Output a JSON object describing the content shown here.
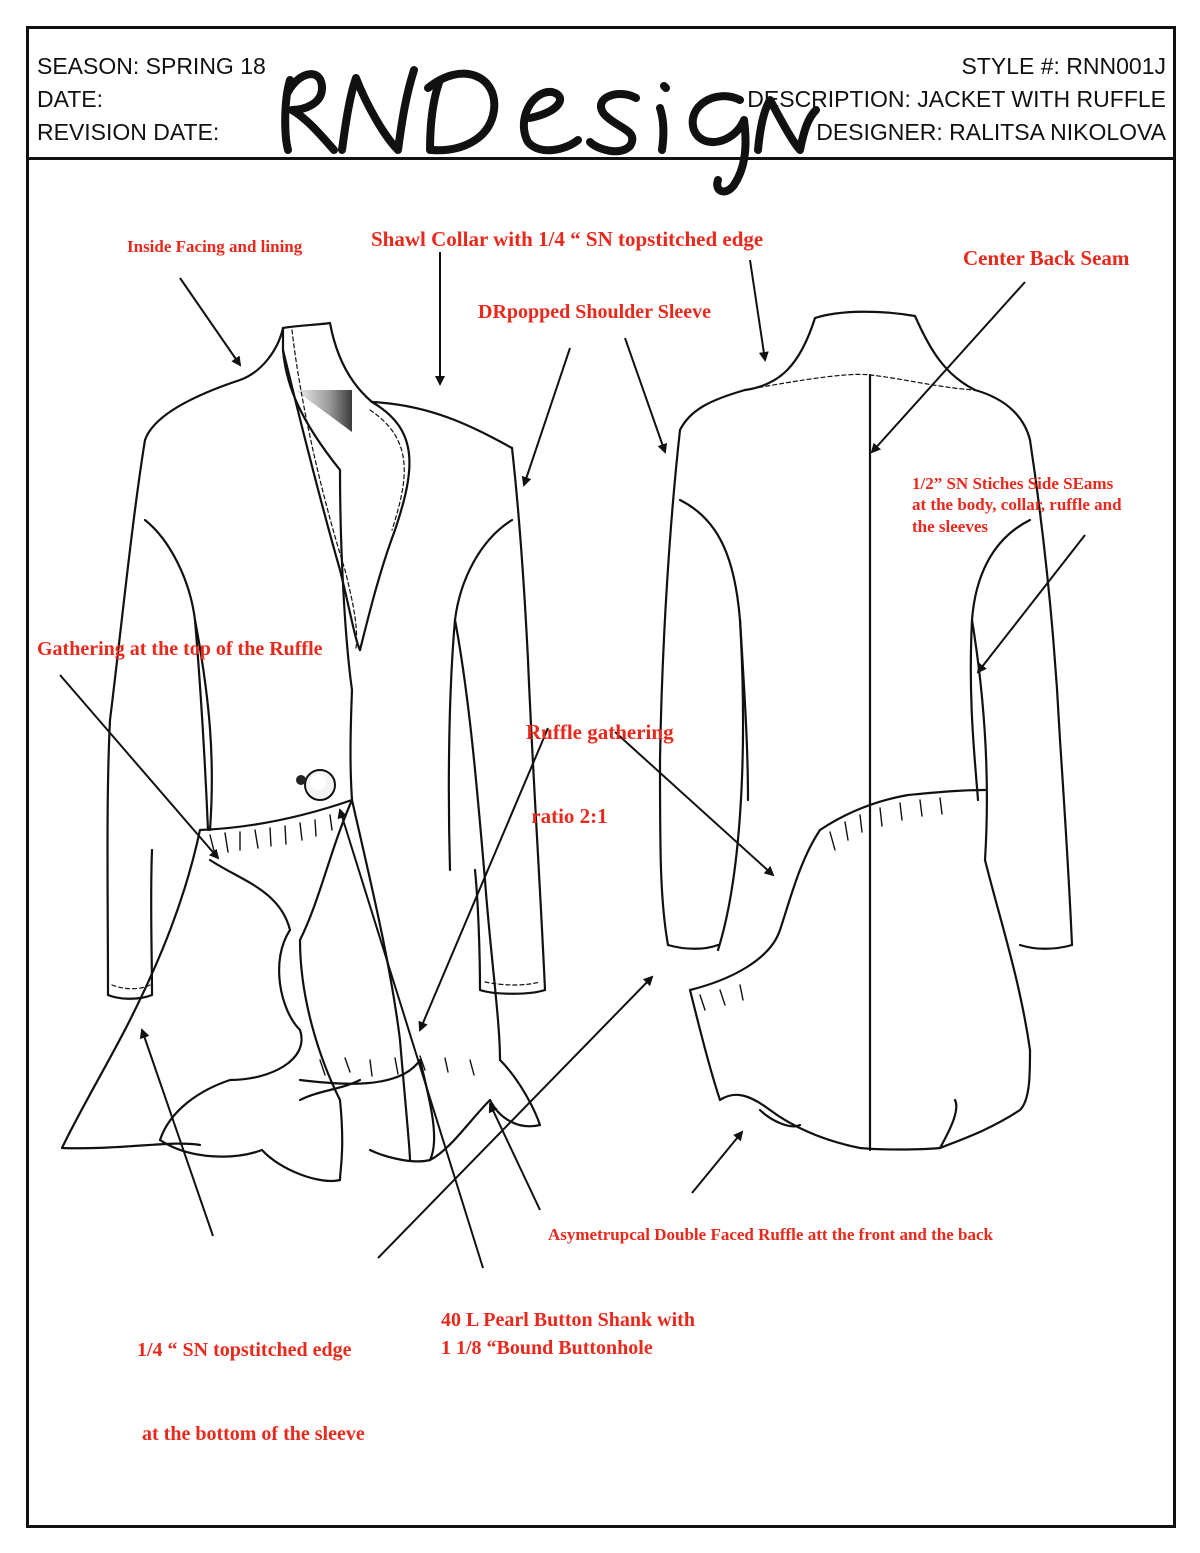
{
  "header": {
    "left": [
      {
        "label": "SEASON: SPRING 18"
      },
      {
        "label": "DATE:"
      },
      {
        "label": "REVISION DATE:"
      }
    ],
    "right": [
      {
        "label": "STYLE #: RNN001J"
      },
      {
        "label": "DESCRIPTION:  JACKET WITH RUFFLE"
      },
      {
        "label": "DESIGNER: RALITSA NIKOLOVA"
      }
    ],
    "logo_text": "RNDesign"
  },
  "annotations": {
    "inside_facing": "Inside Facing and lining",
    "shawl_collar": "Shawl Collar with 1/4 “ SN topstitched edge",
    "center_back": "Center Back  Seam",
    "dropped_shoulder": "DRpopped Shoulder Sleeve",
    "side_seams": [
      "1/2” SN Stiches Side SEams",
      "at the body, collar, ruffle and",
      "the sleeves"
    ],
    "gathering_top": "Gathering at the top of the Ruffle",
    "ruffle_ratio": [
      "Ruffle gathering",
      " ratio 2:1"
    ],
    "double_faced": "Asymetrupcal Double Faced Ruffle att the front and the back",
    "sleeve_edge": [
      "1/4 “ SN topstitched edge",
      " at the bottom of the sleeve"
    ],
    "button": [
      "40 L Pearl Button Shank with",
      "1 1/8 “Bound Buttonhole"
    ]
  },
  "colors": {
    "annotation": "#e8291c",
    "line": "#111111"
  }
}
